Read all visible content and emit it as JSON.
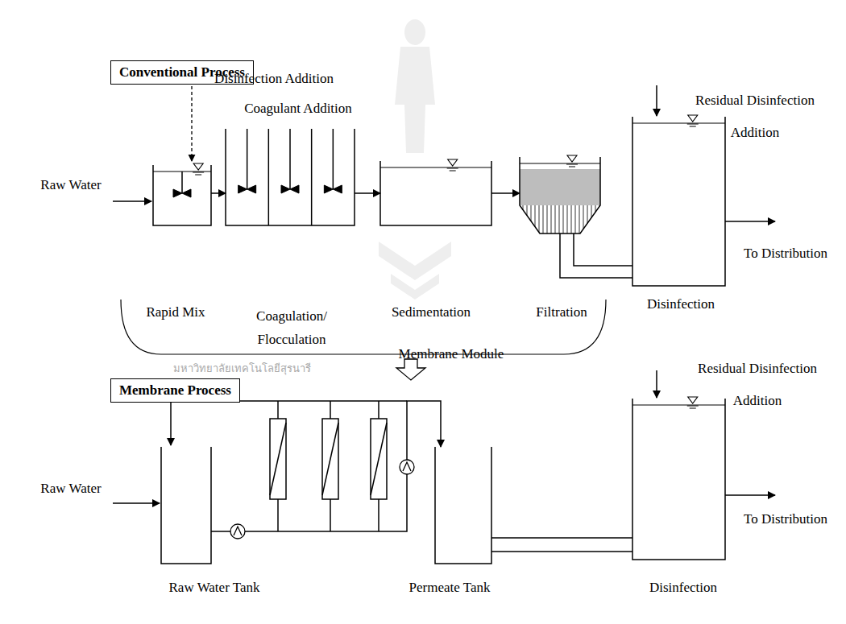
{
  "diagram": {
    "nodes": [
      {
        "text": [
          "Conventional Process"
        ]
      },
      {
        "text": [
          "Rapid Mix"
        ]
      },
      {
        "text": [
          "Coagulation/ Flocculation"
        ]
      },
      {
        "text": [
          "Sedimentation"
        ]
      },
      {
        "text": [
          "Filtration"
        ]
      },
      {
        "text": [
          "Disinfection"
        ]
      },
      {
        "text": [
          "Membrane Process"
        ]
      },
      {
        "text": [
          "Raw Water Tank"
        ]
      },
      {
        "text": [
          "Permeate Tank"
        ]
      },
      {
        "text": [
          "Disinfection"
        ]
      }
    ],
    "edges": [
      {
        "from": 1,
        "to": 2,
        "arrow": "to"
      },
      {
        "from": 2,
        "to": 3,
        "arrow": "to"
      },
      {
        "from": 3,
        "to": 4,
        "arrow": "to"
      },
      {
        "from": 4,
        "to": 5,
        "arrow": "none"
      },
      {
        "from": 7,
        "to": 8,
        "arrow": "to"
      },
      {
        "from": 8,
        "to": 9,
        "arrow": "none"
      }
    ],
    "labels": [
      "Disinfection Addition",
      "Coagulant Addition",
      "Raw Water",
      "Residual Disinfection Addition",
      "To Distribution",
      "Membrane Module",
      "Raw Water",
      "Residual Disinfection Addition",
      "To Distribution",
      "มหาวิทยาลัยเทคโนโลยีสุรนารี"
    ]
  }
}
